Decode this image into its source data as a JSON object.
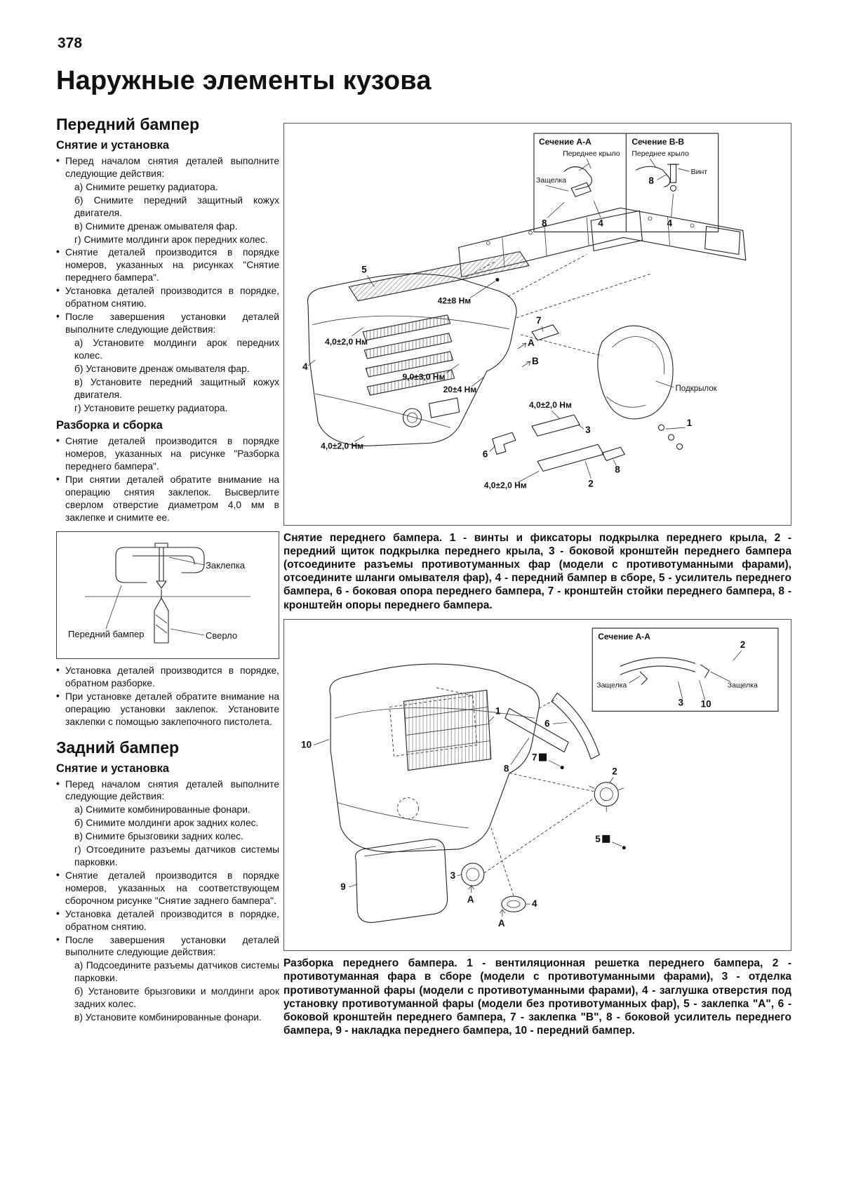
{
  "page": {
    "number": "378",
    "title": "Наружные элементы кузова"
  },
  "left": {
    "front": {
      "heading": "Передний бампер",
      "sub1": "Снятие и установка",
      "removal_items": [
        {
          "t": "bullet",
          "text": "Перед началом снятия деталей выполните следующие действия:"
        },
        {
          "t": "sub",
          "text": "а) Снимите решетку радиатора."
        },
        {
          "t": "sub",
          "text": "б) Снимите передний защитный кожух двигателя."
        },
        {
          "t": "sub",
          "text": "в) Снимите дренаж омывателя фар."
        },
        {
          "t": "sub",
          "text": "г) Снимите молдинги арок передних колес."
        },
        {
          "t": "bullet",
          "text": "Снятие деталей производится в порядке номеров, указанных на рисунках \"Снятие переднего бампера\"."
        },
        {
          "t": "bullet",
          "text": "Установка деталей производится в порядке, обратном снятию."
        },
        {
          "t": "bullet",
          "text": "После завершения установки деталей выполните следующие действия:"
        },
        {
          "t": "sub",
          "text": "а) Установите молдинги арок передних колес."
        },
        {
          "t": "sub",
          "text": "б) Установите дренаж омывателя фар."
        },
        {
          "t": "sub",
          "text": "в) Установите передний защитный кожух двигателя."
        },
        {
          "t": "sub",
          "text": "г) Установите решетку радиатора."
        }
      ],
      "sub2": "Разборка и сборка",
      "disassembly_items": [
        {
          "t": "bullet",
          "text": "Снятие деталей производится в порядке номеров, указанных на рисунке \"Разборка переднего бампера\"."
        },
        {
          "t": "bullet",
          "text": "При снятии деталей обратите внимание на операцию снятия заклепок. Высверлите сверлом отверстие диаметром 4,0 мм в заклепке и снимите ее."
        }
      ],
      "figure": {
        "bumper": "Передний бампер",
        "rivet": "Заклепка",
        "drill": "Сверло"
      },
      "assembly_items": [
        {
          "t": "bullet",
          "text": "Установка деталей производится в порядке, обратном разборке."
        },
        {
          "t": "bullet",
          "text": "При установке деталей обратите внимание на операцию установки заклепок. Установите заклепки с помощью заклепочного пистолета."
        }
      ]
    },
    "rear": {
      "heading": "Задний бампер",
      "sub1": "Снятие и установка",
      "items": [
        {
          "t": "bullet",
          "text": "Перед началом снятия деталей выполните следующие действия:"
        },
        {
          "t": "sub",
          "text": "а) Снимите комбинированные фонари."
        },
        {
          "t": "sub",
          "text": "б) Снимите молдинги арок задних колес."
        },
        {
          "t": "sub",
          "text": "в) Снимите брызговики задних колес."
        },
        {
          "t": "sub",
          "text": "г) Отсоедините разъемы датчиков системы парковки."
        },
        {
          "t": "bullet",
          "text": "Снятие деталей производится в порядке номеров, указанных на соответствующем сборочном рисунке \"Снятие заднего бампера\"."
        },
        {
          "t": "bullet",
          "text": "Установка деталей производится в порядке, обратном снятию."
        },
        {
          "t": "bullet",
          "text": "После завершения установки деталей выполните следующие действия:"
        },
        {
          "t": "sub",
          "text": "а) Подсоедините разъемы датчиков системы парковки."
        },
        {
          "t": "sub",
          "text": "б) Установите брызговики и молдинги арок задних колес."
        },
        {
          "t": "sub",
          "text": "в) Установите комбинированные фонари."
        }
      ]
    }
  },
  "d1": {
    "inset_a": {
      "title": "Сечение А-А",
      "fender": "Переднее крыло",
      "latch": "Защелка",
      "n8": "8",
      "n4": "4"
    },
    "inset_b": {
      "title": "Сечение В-В",
      "fender": "Переднее крыло",
      "screw": "Винт",
      "n8": "8",
      "n4": "4"
    },
    "torque_top": "42±8 Нм",
    "torque_left": "4,0±2,0 Нм",
    "torque_mid": "9,0±3,0 Нм",
    "torque_mid2": "20±4 Нм",
    "torque_right": "4,0±2,0 Нм",
    "torque_bl": "4,0±2,0 Нм",
    "torque_bc": "4,0±2,0 Нм",
    "podkrylok": "Подкрылок",
    "letters": {
      "a": "А",
      "b": "В"
    },
    "n": {
      "1": "1",
      "2": "2",
      "3": "3",
      "4": "4",
      "5": "5",
      "6": "6",
      "7": "7",
      "8": "8"
    },
    "caption": "Снятие переднего бампера. 1 - винты и фиксаторы подкрылка переднего крыла, 2 - передний щиток подкрылка переднего крыла, 3 - боковой кронштейн переднего бампера (отсоедините разъемы противотуманных фар (модели с противотуманными фарами), отсоедините шланги омывателя фар), 4 - передний бампер в сборе, 5 - усилитель переднего бампера, 6 - боковая опора переднего бампера, 7 - кронштейн стойки переднего бампера, 8 - кронштейн опоры переднего бампера."
  },
  "d2": {
    "inset": {
      "title": "Сечение А-А",
      "latch_l": "Защелка",
      "latch_r": "Защелка",
      "n2": "2",
      "n3": "3",
      "n10": "10"
    },
    "letters": {
      "a1": "А",
      "a2": "А"
    },
    "n": {
      "1": "1",
      "2": "2",
      "3": "3",
      "4": "4",
      "5": "5",
      "6": "6",
      "7": "7",
      "8": "8",
      "9": "9",
      "10": "10"
    },
    "caption": "Разборка переднего бампера. 1 - вентиляционная решетка переднего бампера, 2 - противотуманная фара в сборе (модели с противотуманными фарами), 3 - отделка противотуманной фары (модели с противотуманными фарами), 4 - заглушка отверстия под установку противотуманной фары (модели без противотуманных фар), 5 - заклепка \"А\", 6 - боковой кронштейн переднего бампера, 7 - заклепка \"В\", 8 - боковой усилитель переднего бампера, 9 - накладка переднего бампера, 10 - передний бампер."
  }
}
